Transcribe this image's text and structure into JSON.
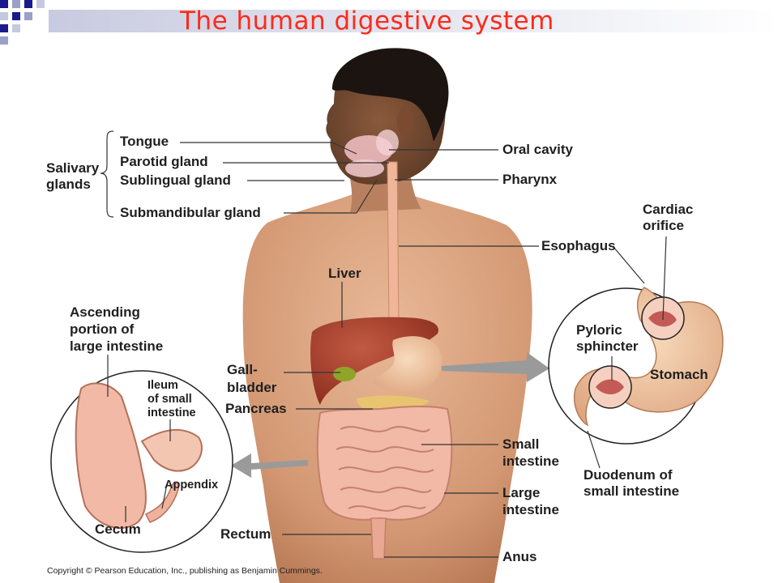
{
  "title": "The human digestive system",
  "labels": {
    "salivary_glands_1": "Salivary",
    "salivary_glands_2": "glands",
    "tongue": "Tongue",
    "parotid_gland": "Parotid gland",
    "sublingual_gland": "Sublingual gland",
    "submandibular_gland": "Submandibular gland",
    "oral_cavity": "Oral cavity",
    "pharynx": "Pharynx",
    "esophagus": "Esophagus",
    "cardiac_orifice_1": "Cardiac",
    "cardiac_orifice_2": "orifice",
    "liver": "Liver",
    "pyloric_1": "Pyloric",
    "pyloric_2": "sphincter",
    "stomach": "Stomach",
    "ascending_1": "Ascending",
    "ascending_2": "portion of",
    "ascending_3": "large intestine",
    "ileum_1": "Ileum",
    "ileum_2": "of small",
    "ileum_3": "intestine",
    "appendix": "Appendix",
    "cecum": "Cecum",
    "gallbladder_1": "Gall-",
    "gallbladder_2": "bladder",
    "pancreas": "Pancreas",
    "small_intestine_1": "Small",
    "small_intestine_2": "intestine",
    "large_intestine_1": "Large",
    "large_intestine_2": "intestine",
    "duodenum_1": "Duodenum of",
    "duodenum_2": "small intestine",
    "rectum": "Rectum",
    "anus": "Anus"
  },
  "copyright": "Copyright © Pearson Education, Inc., publishing as Benjamin Cummings.",
  "colors": {
    "title": "#ff2a1a",
    "skin": "#d9a27e",
    "skin_shadow": "#b97c58",
    "hair": "#1c1410",
    "liver": "#a8402c",
    "intestine": "#f1b9a6",
    "stomach": "#f2c7a2",
    "gallbladder": "#8ea52a",
    "pancreas": "#e8c470",
    "leader_line": "#333333",
    "corner_blue": "#1a1a8c"
  }
}
